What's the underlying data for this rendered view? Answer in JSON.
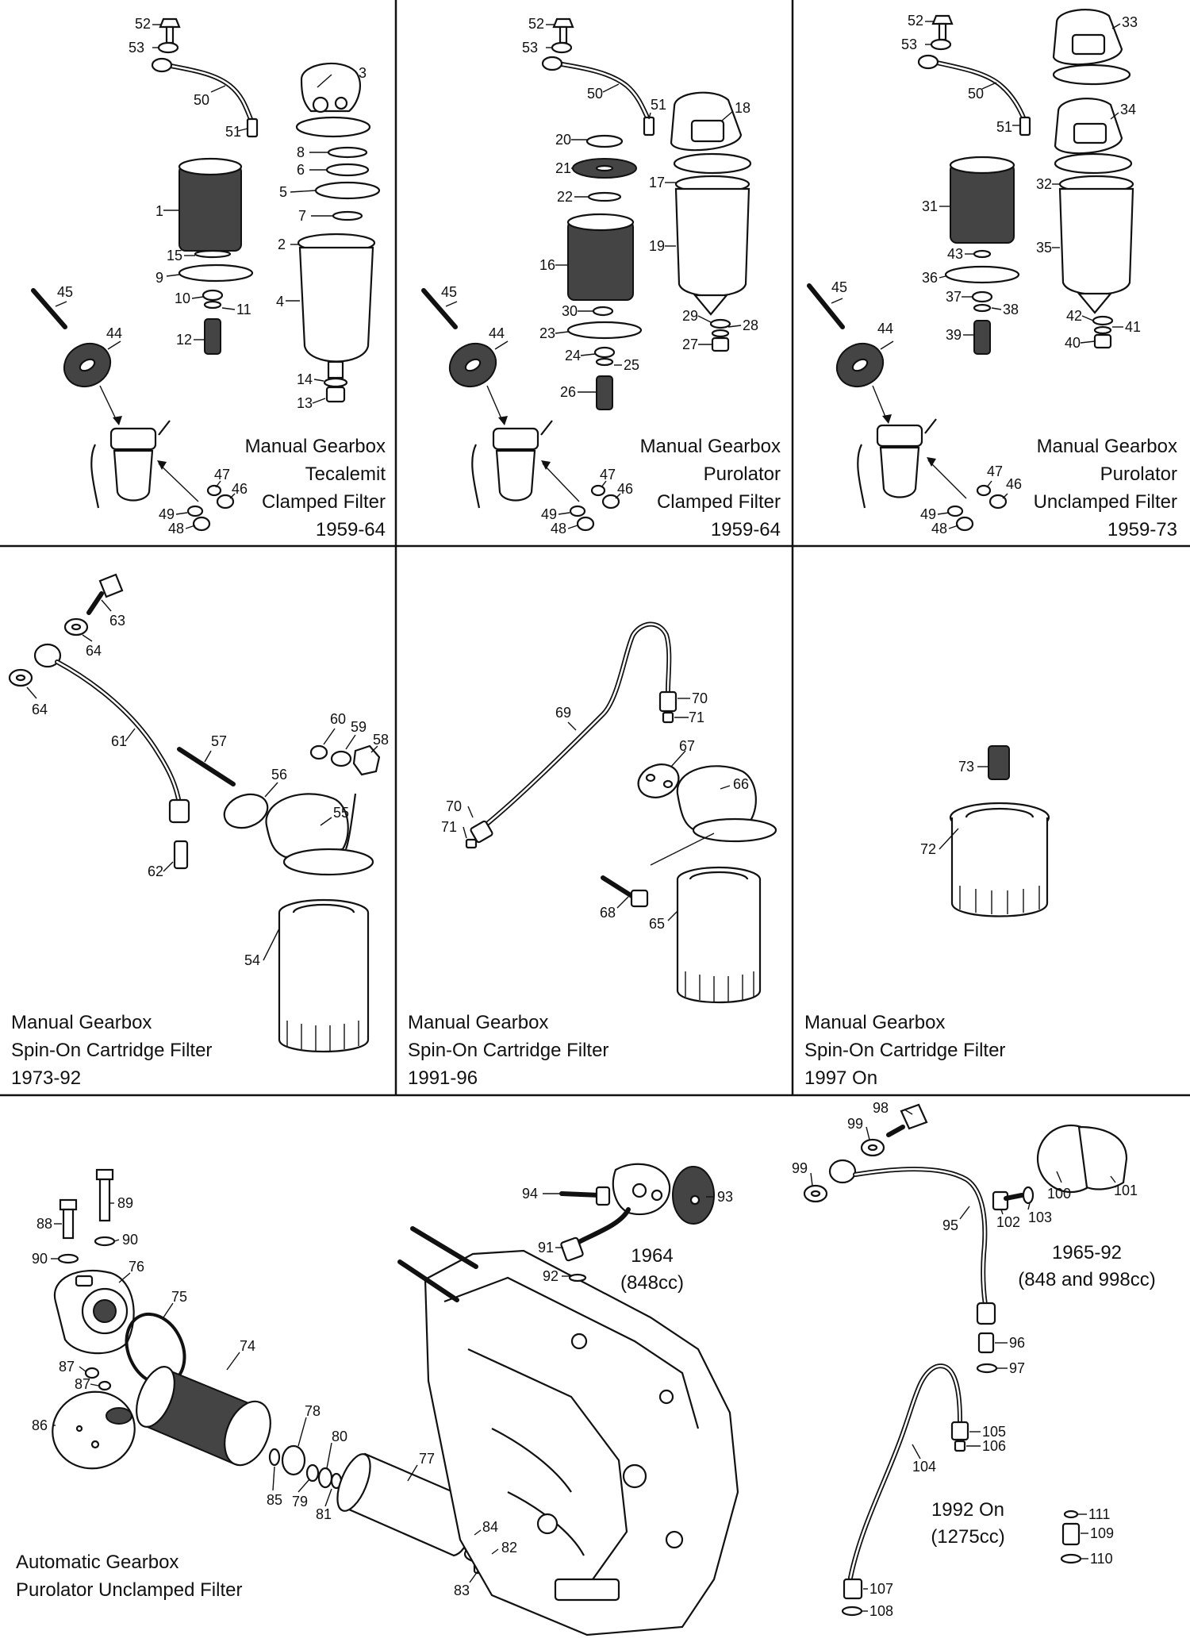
{
  "panels": [
    {
      "id": "p1",
      "caption": [
        "Manual Gearbox",
        "Tecalemit",
        "Clamped Filter",
        "1959-64"
      ]
    },
    {
      "id": "p2",
      "caption": [
        "Manual Gearbox",
        "Purolator",
        "Clamped Filter",
        "1959-64"
      ]
    },
    {
      "id": "p3",
      "caption": [
        "Manual Gearbox",
        "Purolator",
        "Unclamped Filter",
        "1959-73"
      ]
    },
    {
      "id": "p4",
      "caption": [
        "Manual Gearbox",
        "Spin-On Cartridge Filter",
        "1973-92"
      ]
    },
    {
      "id": "p5",
      "caption": [
        "Manual Gearbox",
        "Spin-On Cartridge Filter",
        "1991-96"
      ]
    },
    {
      "id": "p6",
      "caption": [
        "Manual Gearbox",
        "Spin-On Cartridge Filter",
        "1997 On"
      ]
    },
    {
      "id": "p7",
      "caption": [
        "Automatic Gearbox",
        "Purolator Unclamped Filter"
      ],
      "subcaptions": [
        [
          "1964",
          "(848cc)"
        ],
        [
          "1965-92",
          "(848 and 998cc)"
        ],
        [
          "1992 On",
          "(1275cc)"
        ]
      ]
    }
  ],
  "callouts": [
    "52",
    "53",
    "50",
    "51",
    "3",
    "8",
    "6",
    "5",
    "7",
    "1",
    "2",
    "4",
    "15",
    "9",
    "10",
    "11",
    "12",
    "14",
    "13",
    "45",
    "44",
    "47",
    "46",
    "49",
    "48",
    "52",
    "53",
    "50",
    "51",
    "18",
    "20",
    "21",
    "22",
    "17",
    "19",
    "16",
    "30",
    "23",
    "24",
    "25",
    "26",
    "29",
    "28",
    "27",
    "45",
    "44",
    "47",
    "46",
    "49",
    "48",
    "52",
    "53",
    "33",
    "50",
    "51",
    "34",
    "31",
    "32",
    "35",
    "43",
    "36",
    "37",
    "38",
    "39",
    "42",
    "41",
    "40",
    "45",
    "44",
    "47",
    "46",
    "49",
    "48",
    "63",
    "64",
    "64",
    "61",
    "57",
    "60",
    "59",
    "58",
    "56",
    "55",
    "62",
    "54",
    "70",
    "71",
    "69",
    "67",
    "66",
    "70",
    "71",
    "68",
    "65",
    "73",
    "72",
    "89",
    "88",
    "90",
    "90",
    "76",
    "75",
    "74",
    "87",
    "87",
    "86",
    "78",
    "80",
    "85",
    "79",
    "81",
    "77",
    "84",
    "82",
    "83",
    "94",
    "93",
    "91",
    "92",
    "98",
    "99",
    "99",
    "100",
    "101",
    "103",
    "102",
    "95",
    "96",
    "97",
    "105",
    "106",
    "104",
    "107",
    "108",
    "111",
    "109",
    "110"
  ]
}
